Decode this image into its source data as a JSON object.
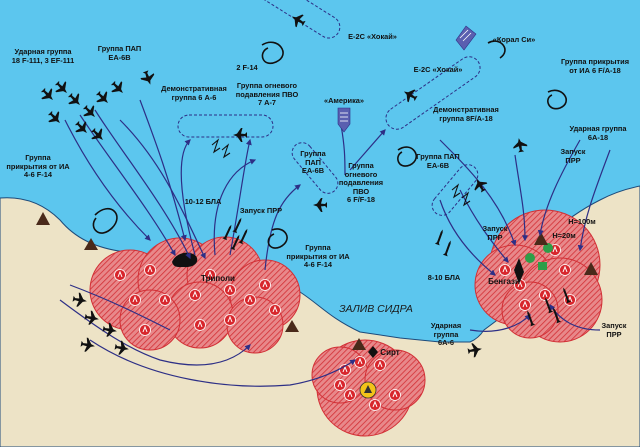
{
  "colors": {
    "sea": "#5cc6ee",
    "land": "#ede3c6",
    "zone_fill": "#e8888a",
    "zone_hatch": "#d22f35",
    "route": "#2d2f86",
    "aircraft": "#111111",
    "ship": "#5a5fb0",
    "site_red": "#d8262c",
    "site_green": "#2e9e48",
    "site_yellow": "#f2c31a"
  },
  "labels": {
    "strike_group": "Ударная группа\n18 F-111, 3 EF-111",
    "pap_group_w": "Группа ПАП\nEA-6B",
    "cover_group_w": "Группа\nприкрытия от ИА\n4-6 F-14",
    "demo_group_w": "Демонстративная\nгруппа 6 A-6",
    "sead_group_w": "Группа огневого\nподавления ПВО\n7 A-7",
    "f14_pair": "2 F-14",
    "e2c_w": "Е-2С «Хокай»",
    "america": "«Америка»",
    "pap_group_c": "Группа\nПАП\nEA-6B",
    "sead_group_c": "Группа\nогневого\nподавления ПВО\n6 F/F-18",
    "uav_w": "10-12 БЛА",
    "arm_launch_w": "Запуск ПРР",
    "cover_group_c": "Группа\nприкрытия от ИА\n4-6 F-14",
    "tripoli": "Триполи",
    "gulf": "ЗАЛИВ СИДРА",
    "sirte": "Сирт",
    "e2c_e": "Е-2С «Хокай»",
    "coral_sea": "«Корал Си»",
    "demo_group_e": "Демонстративная\nгруппа 8F/A-18",
    "pap_group_e": "Группа ПАП\nEA-6B",
    "cover_group_e": "Группа прикрытия\nот ИА 6 F/A-18",
    "strike_group_e": "Ударная группа\n6A-18",
    "arm_launch_e": "Запуск\nПРР",
    "h100": "H=100м",
    "h20": "H=20м",
    "arm_launch_c": "Запуск\nПРР",
    "benghazi": "Бенгази",
    "uav_e": "8-10 БЛА",
    "strike_group_se": "Ударная\nгруппа\n6A-6",
    "arm_launch_se": "Запуск\nПРР"
  }
}
